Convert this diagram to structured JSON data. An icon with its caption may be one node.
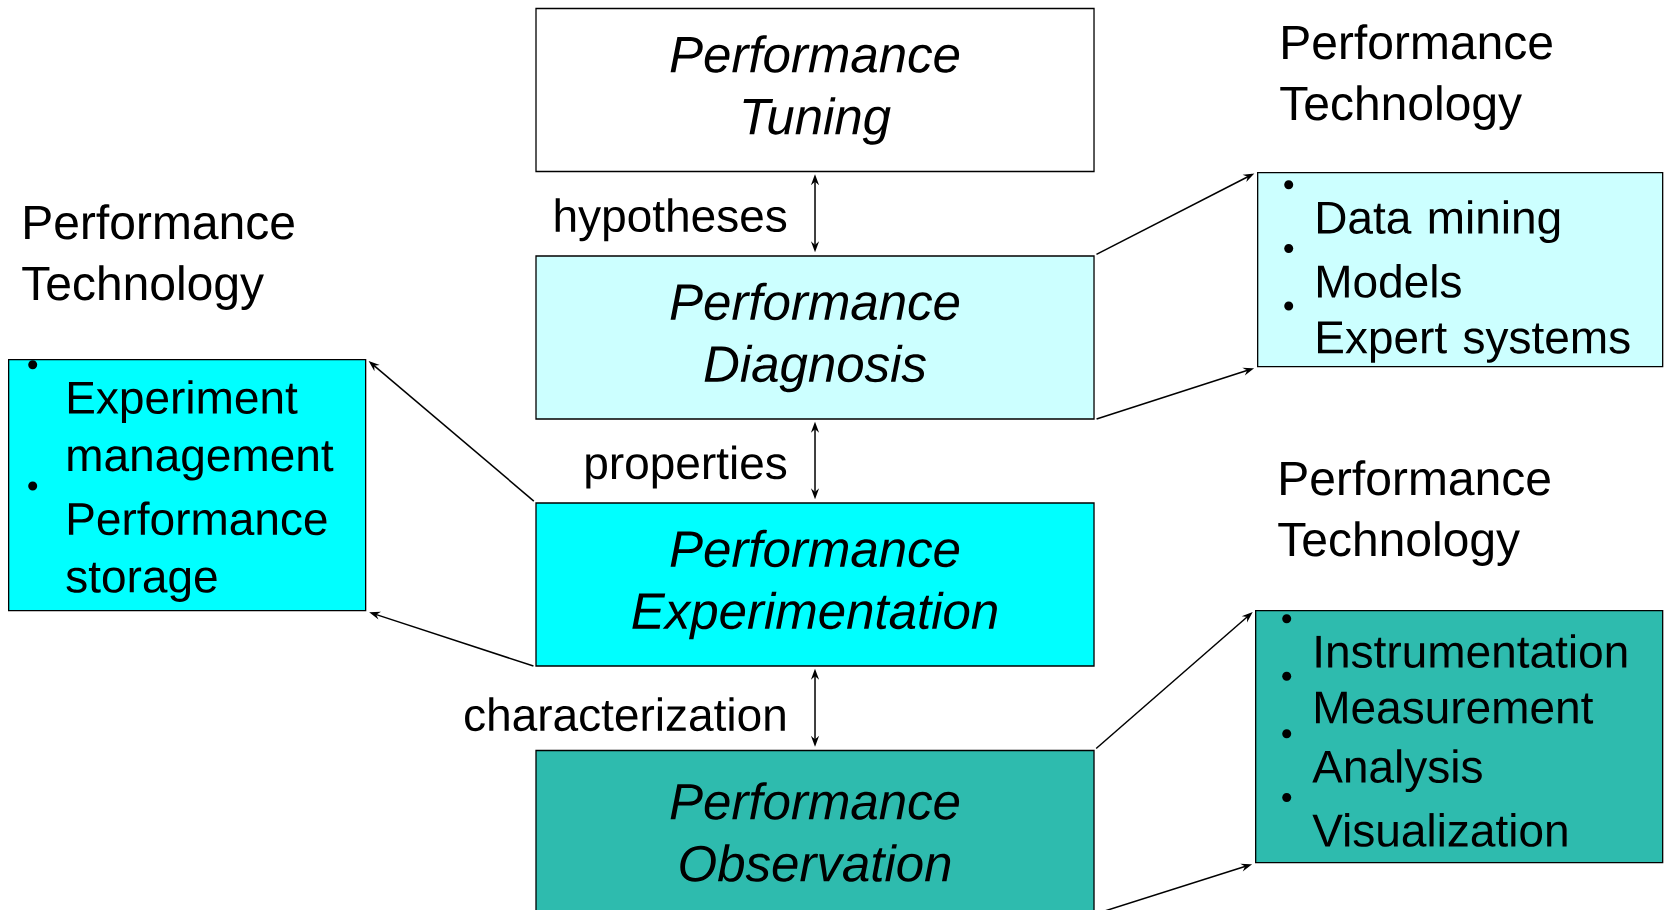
{
  "diagram": {
    "nodes": [
      {
        "text": [
          "Performance Tuning"
        ]
      },
      {
        "text": [
          "Performance Diagnosis"
        ]
      },
      {
        "text": [
          "Performance Experimentation"
        ]
      },
      {
        "text": [
          "Performance Observation"
        ]
      },
      {
        "text": [
          "Performance Technology",
          "Data mining",
          "Models",
          "Expert systems"
        ]
      },
      {
        "text": [
          "Performance Technology",
          "Experiment management",
          "Performance storage"
        ]
      },
      {
        "text": [
          "Performance Technology",
          "Instrumentation",
          "Measurement",
          "Analysis",
          "Visualization"
        ]
      }
    ],
    "edges": [
      {
        "from": 0,
        "to": 1,
        "arrow": "both",
        "label": "hypotheses"
      },
      {
        "from": 1,
        "to": 2,
        "arrow": "both",
        "label": "properties"
      },
      {
        "from": 2,
        "to": 3,
        "arrow": "both",
        "label": "characterization"
      },
      {
        "from": 1,
        "to": 4,
        "arrow": "to"
      },
      {
        "from": 1,
        "to": 4,
        "arrow": "to"
      },
      {
        "from": 2,
        "to": 5,
        "arrow": "to"
      },
      {
        "from": 2,
        "to": 5,
        "arrow": "to"
      },
      {
        "from": 3,
        "to": 6,
        "arrow": "to"
      },
      {
        "from": 3,
        "to": 6,
        "arrow": "to"
      }
    ]
  }
}
